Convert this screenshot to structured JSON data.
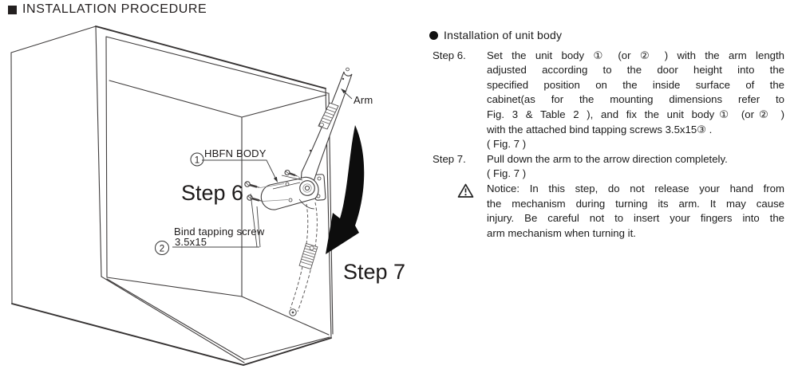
{
  "page": {
    "title": "INSTALLATION PROCEDURE"
  },
  "diagram": {
    "labels": {
      "arm": "Arm",
      "hbfn_body": "HBFN BODY",
      "step6": "Step 6",
      "step7": "Step 7",
      "bind_screw_line1": "Bind tapping screw",
      "bind_screw_line2": "3.5x15",
      "callout_1": "1",
      "callout_2": "2"
    },
    "colors": {
      "line": "#3f3c3c",
      "arrow": "#0d0d0d"
    }
  },
  "instructions": {
    "heading": "Installation of unit body",
    "steps": [
      {
        "label": "Step 6.",
        "lines": [
          {
            "t": "Set the unit body ①  (or ②  ) with the arm length",
            "j": true
          },
          {
            "t": "adjusted according to the door height into the",
            "j": true
          },
          {
            "t": "specified position on the inside surface of the",
            "j": true
          },
          {
            "t": "cabinet(as for the mounting dimensions refer to",
            "j": true
          },
          {
            "t": "Fig. 3 & Table 2 ), and fix the unit body① (or② )",
            "j": true
          },
          {
            "t": "with the attached bind tapping screws 3.5x15③ .",
            "j": false
          },
          {
            "t": "( Fig. 7 )",
            "j": false
          }
        ]
      },
      {
        "label": "Step 7.",
        "lines": [
          {
            "t": "Pull down the arm to the arrow direction completely.",
            "j": false
          },
          {
            "t": "( Fig. 7 )",
            "j": false
          }
        ]
      }
    ],
    "notice": {
      "lines": [
        {
          "t": "Notice: In this step, do not release your hand from",
          "j": true
        },
        {
          "t": "the mechanism during turning its arm. It may cause",
          "j": true
        },
        {
          "t": "injury. Be careful not to insert your fingers into the",
          "j": true
        },
        {
          "t": "arm mechanism when turning it.",
          "j": false
        }
      ]
    }
  }
}
